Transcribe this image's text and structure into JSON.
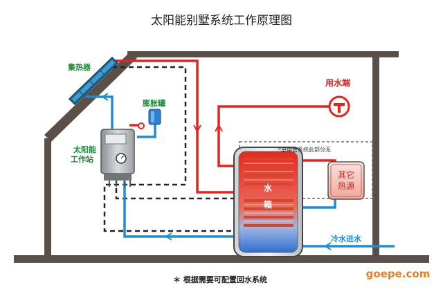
{
  "title": "太阳能别墅系统工作原理图",
  "labels": {
    "collector": "集热器",
    "expansion_tank": "膨胀罐",
    "station_line1": "太阳能",
    "station_line2": "工作站",
    "water_outlet": "用水端",
    "single_coil_note": "*单盘管系统此部分无",
    "other_heat_line1": "其它",
    "other_heat_line2": "热源",
    "tank_line1": "水",
    "tank_line2": "箱",
    "cold_inlet": "冷水进水",
    "footnote": "＊ 根据需要可配置回水系统",
    "watermark": "goepe.com"
  },
  "colors": {
    "hot_pipe": "#e8231d",
    "cold_pipe": "#1b8fd6",
    "wall": "#5b4f49",
    "label_green": "#1a8a3a",
    "label_red": "#d21e1e",
    "watermark": "#f07d1b"
  }
}
